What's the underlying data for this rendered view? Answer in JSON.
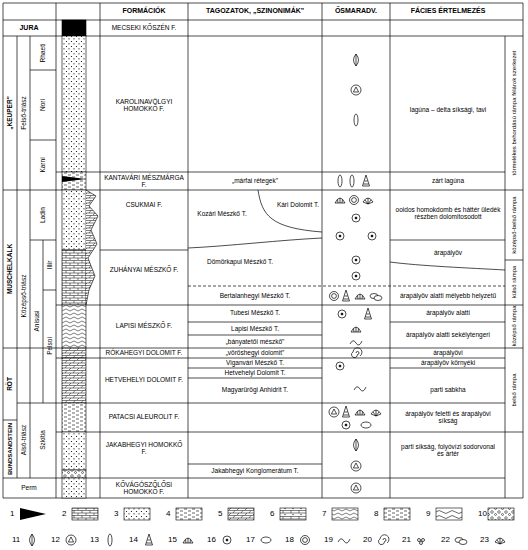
{
  "diagram": {
    "labels": [
      "JURA",
      "FORMÁCIÓK",
      "TAGOZATOK, „SZINONIMÁK\"",
      "ŐSMARADV.",
      "FÁCIES ÉRTELMEZÉS",
      "MECSEKI KŐSZÉN F.",
      "„KEUPER\"",
      "Felső-triász",
      "Rhaeti",
      "Nori",
      "Karni",
      "KAROLINAVÖLGYI HOMOKKŐ F.",
      "lagúna – delta síksági, tavi",
      "KANTAVÁRI MÉSZMÁRGA F.",
      "„márfai rétegek\"",
      "zárt lagúna",
      "MUSCHELKALK",
      "Középső-triász",
      "Ladin",
      "Anisusi",
      "Illír",
      "Pelsoi",
      "CSUKMAI F.",
      "Kozári Mészkő T.",
      "Kári Dolomit T.",
      "ooidos homokdomb és háttér üledék részben dolomitosodott",
      "ZUHÁNYAI MÉSZKŐ F.",
      "Dömörkapui Mészkő T.",
      "árapályöv",
      "Bertalanhegyi Mészkő T.",
      "árapályöv alatti mélyebb helyzetű",
      "LAPISI MÉSZKŐ F.",
      "Tubesi Mészkő T.",
      "árapályöv alatti",
      "Lapisi Mészkő T.",
      "árapályöv alatti sekélytengeri",
      "„bányatetői mészkő\"",
      "RÓKAHEGYI DOLOMIT F.",
      "„vöröshegyi dolomit\"",
      "árapályövi",
      "RÖT",
      "HETVEHELYI DOLOMIT F.",
      "Viganvári Mészkő T.",
      "árapályöv környéki",
      "Hetvehelyi Dolomit T.",
      "Magyarürögi Anhidrit T.",
      "parti sabkha",
      "PATACSI ALEUROLIT F.",
      "árapályöv feletti és árapályövi síkság",
      "BUNDSANDSTEIN",
      "Alsó-triász",
      "Szkítia",
      "JAKABHEGYI HOMOKKŐ F.",
      "parti síkság, folyóvízi sodorvonal és ártér",
      "Jakabhegyi Konglomerátum T.",
      "Perm",
      "KŐVÁGÓSZŐLŐSI HOMOKKŐ F.",
      "törmelékes behordású rámpa félárok szerkezet",
      "középső-belső rámpa",
      "külső rámpa",
      "középső rámpa",
      "belső rámpa"
    ],
    "legend": [
      {
        "text": "1"
      },
      {
        "text": "2"
      },
      {
        "text": "3"
      },
      {
        "text": "4"
      },
      {
        "text": "5"
      },
      {
        "text": "6"
      },
      {
        "text": "7"
      },
      {
        "text": "8"
      },
      {
        "text": "9"
      },
      {
        "text": "10"
      },
      {
        "text": "11"
      },
      {
        "text": "12"
      },
      {
        "text": "13"
      },
      {
        "text": "14"
      },
      {
        "text": "15"
      },
      {
        "text": "16"
      },
      {
        "text": "17"
      },
      {
        "text": "18"
      },
      {
        "text": "19"
      },
      {
        "text": "20"
      },
      {
        "text": "21"
      },
      {
        "text": "22"
      },
      {
        "text": "23"
      }
    ]
  }
}
